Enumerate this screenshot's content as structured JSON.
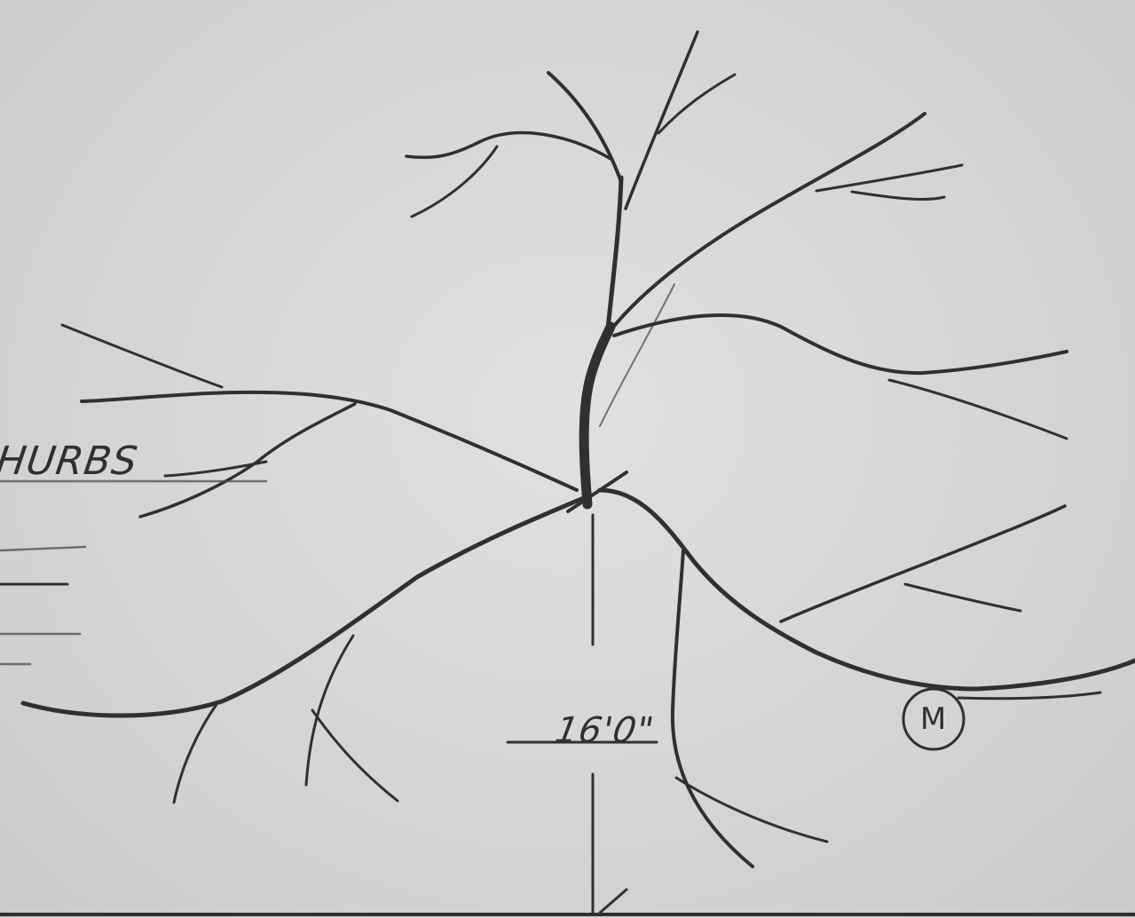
{
  "labels": {
    "shrubs": "HURBS",
    "dimension": "16'0\"",
    "marker": "M"
  }
}
